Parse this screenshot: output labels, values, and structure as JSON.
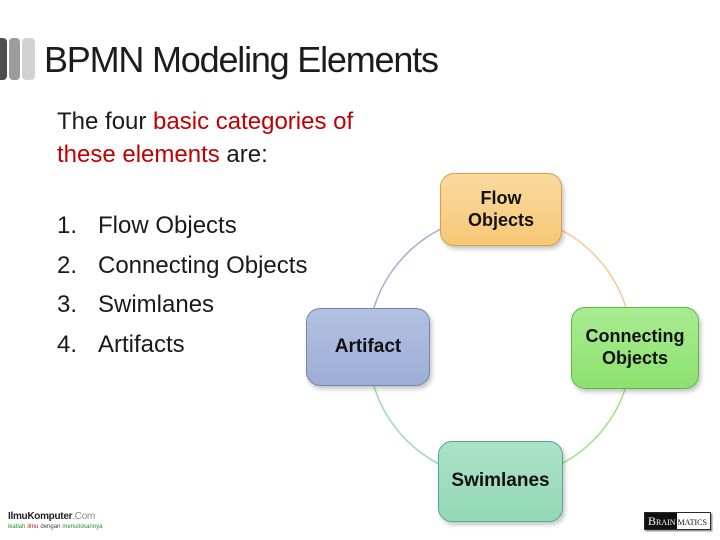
{
  "slide": {
    "title": "BPMN Modeling Elements",
    "intro": {
      "black1": "The four ",
      "red1": "basic categories of",
      "red2": "these elements",
      "black2": " are:"
    },
    "list": {
      "items": [
        {
          "number": "1.",
          "label": "Flow Objects"
        },
        {
          "number": "2.",
          "label": "Connecting Objects"
        },
        {
          "number": "3.",
          "label": "Swimlanes"
        },
        {
          "number": "4.",
          "label": "Artifacts"
        }
      ]
    },
    "diagram": {
      "flow_label": "Flow\nObjects",
      "connecting_label": "Connecting\nObjects",
      "swimlanes_label": "Swimlanes",
      "artifact_label": "Artifact"
    },
    "colors": {
      "highlight_red": "#C00000",
      "flow_fill_top": "#FBDA9E",
      "flow_fill_bottom": "#F7C876",
      "flow_border": "#D2A040",
      "flow_arc": "#F2CB96",
      "connecting_fill_top": "#A9EC92",
      "connecting_fill_bottom": "#8CE26E",
      "connecting_border": "#5CB846",
      "connecting_arc": "#A0E18A",
      "swimlanes_fill_top": "#ABE2C8",
      "swimlanes_fill_bottom": "#93D9B6",
      "swimlanes_border": "#4FA98E",
      "swimlanes_arc": "#98D8C0",
      "artifact_fill_top": "#B3C1E1",
      "artifact_fill_bottom": "#9DAED6",
      "artifact_border": "#7484B4",
      "artifact_arc": "#9FAEDA"
    },
    "footer": {
      "ilmukomputer": {
        "name_main": "IlmuKomputer",
        "name_suffix": ".Com",
        "name_main_color": "#222222",
        "name_suffix_color": "#8a8a8a",
        "tagline_words": [
          {
            "text": "ikatlah",
            "color": "#2E8B2E"
          },
          {
            "text": "ilmu",
            "color": "#B22222"
          },
          {
            "text": "dengan",
            "color": "#444444"
          },
          {
            "text": "menuliskannya",
            "color": "#2E8B2E"
          }
        ]
      },
      "brainmatics": {
        "part1": "Brain",
        "part2": "matics"
      }
    }
  }
}
